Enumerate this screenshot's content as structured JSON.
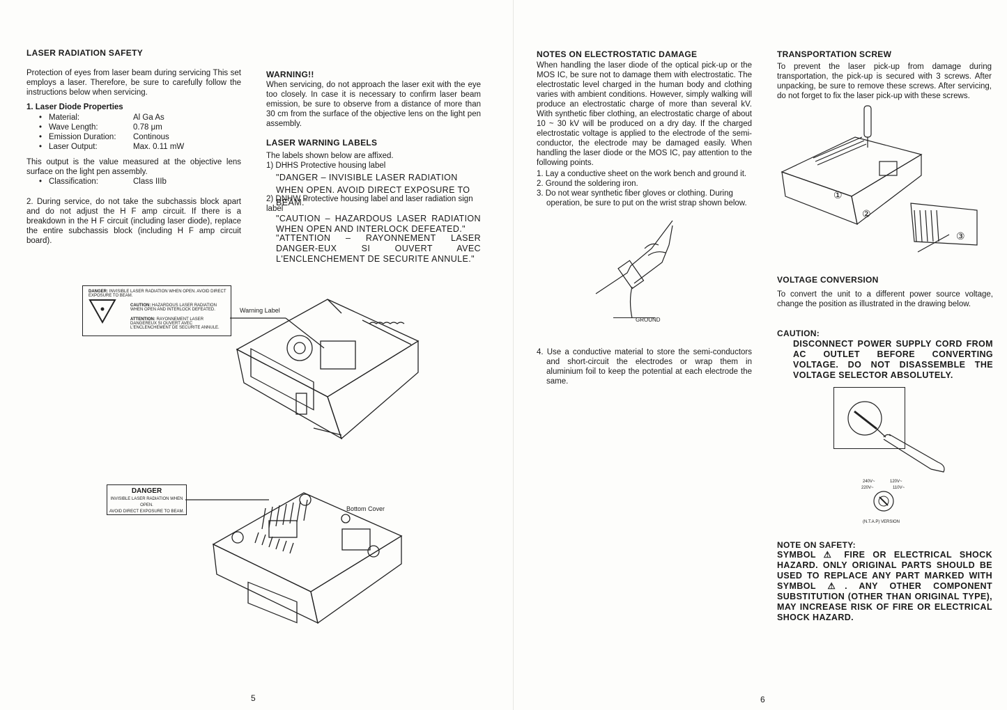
{
  "left_page": {
    "laser_safety": {
      "title": "LASER RADIATION SAFETY",
      "intro": "Protection of eyes from laser beam during servicing This set employs a laser. Therefore, be sure to carefully follow the instructions below when servicing.",
      "diode_heading": "1. Laser Diode Properties",
      "properties": [
        {
          "label": "Material:",
          "value": "Al Ga As"
        },
        {
          "label": "Wave Length:",
          "value": "0.78 μm"
        },
        {
          "label": "Emission Duration:",
          "value": "Continous"
        },
        {
          "label": "Laser Output:",
          "value": "Max. 0.11 mW"
        }
      ],
      "output_note": "This output is the value measured at the objective lens surface on the light pen assembly.",
      "classification": {
        "label": "Classification:",
        "value": "Class IIIb"
      },
      "item2": "2. During service, do not take the subchassis block apart and do not adjust the H F amp circuit. If there is a breakdown in the H F circuit (including laser diode), replace the entire subchassis block (including H F amp circuit board)."
    },
    "warning": {
      "title": "WARNING!!",
      "text": "When servicing, do not approach the laser exit with the eye too closely. In case it is necessary to confirm laser beam emission, be sure to observe from a distance of more than 30 cm from the surface of the objective lens on the light pen assembly."
    },
    "labels": {
      "title": "LASER WARNING LABELS",
      "intro": "The labels shown below are affixed.",
      "item1_head": "1) DHHS Protective housing label",
      "item1_text": "\"DANGER – INVISIBLE LASER RADIATION WHEN OPEN. AVOID DIRECT EXPOSURE TO BEAM.\"",
      "item2_head": "2) DNHW Protective housing label and laser radiation sign label",
      "item2_caution": "\"CAUTION – HAZARDOUS LASER RADIATION WHEN OPEN AND INTERLOCK DEFEATED.\"",
      "item2_attention": "\"ATTENTION – RAYONNEMENT LASER DANGER-EUX SI OUVERT AVEC L'ENCLENCHEMENT DE SECURITE ANNULE.\""
    },
    "figure1": {
      "label_danger": "DANGER:",
      "label_danger_text": "INVISIBLE LASER RADIATION WHEN OPEN. AVOID DIRECT EXPOSURE TO BEAM.",
      "label_caution": "CAUTION:",
      "label_caution_text": "HAZARDOUS LASER RADIATION WHEN OPEN AND INTERLOCK DEFEATED.",
      "label_attention": "ATTENTION:",
      "label_attention_text": "RAYONNEMENT LASER DANGEREUX SI OUVERT AVEC L'ENCLENCHEMENT DE SECURITE ANNULE.",
      "callout": "Warning Label"
    },
    "figure2": {
      "label_title": "DANGER",
      "label_line1": "INVISIBLE LASER RADIATION WHEN OPEN.",
      "label_line2": "AVOID DIRECT EXPOSURE TO BEAM.",
      "callout": "Bottom Cover"
    },
    "page_number": "5"
  },
  "right_page": {
    "electrostatic": {
      "title": "NOTES ON ELECTROSTATIC DAMAGE",
      "text": "When handling the laser diode of the optical pick-up or the MOS IC, be sure not to damage them with electrostatic. The electrostatic level charged in the human body and clothing varies with ambient conditions. However, simply walking will produce an electrostatic charge of more than several kV. With synthetic fiber clothing, an electrostatic charge of about 10 ~ 30 kV will be produced on a dry day. If the charged electrostatic voltage is applied to the electrode of the semi-conductor, the electrode may be damaged easily. When handling the laser diode or the MOS IC, pay attention to the following points.",
      "points": [
        "1. Lay a conductive sheet on the work bench and ground it.",
        "2. Ground the soldering iron.",
        "3. Do not wear synthetic fiber gloves or clothing. During operation, be sure to put on the wrist strap shown below."
      ],
      "ground_label": "GROUND",
      "point4": "4. Use a conductive material to store the semi-conductors and short-circuit the electrodes or wrap them in aluminium foil to keep the potential at each electrode the same."
    },
    "transport": {
      "title": "TRANSPORTATION SCREW",
      "text": "To prevent the laser pick-up from damage during transportation, the pick-up is secured with 3 screws. After unpacking, be sure to remove these screws. After servicing, do not forget to fix the laser pick-up with these screws.",
      "markers": [
        "①",
        "②",
        "③"
      ]
    },
    "voltage": {
      "title": "VOLTAGE CONVERSION",
      "text": "To convert the unit to a different power source voltage, change the position as illustrated in the drawing below.",
      "caution_title": "CAUTION:",
      "caution_text": "DISCONNECT POWER SUPPLY CORD FROM AC OUTLET BEFORE CONVERTING VOLTAGE. DO NOT DISASSEMBLE THE VOLTAGE SELECTOR ABSOLUTELY.",
      "selector_labels": [
        "240V~",
        "120V~",
        "220V~",
        "110V~"
      ],
      "version_label": "(N.T.A.P) VERSION"
    },
    "safety": {
      "title": "NOTE ON SAFETY:",
      "text": "SYMBOL ⚠ FIRE OR ELECTRICAL SHOCK HAZARD. ONLY ORIGINAL PARTS SHOULD BE USED TO REPLACE ANY PART MARKED WITH SYMBOL ⚠. ANY OTHER COMPONENT SUBSTITUTION (OTHER THAN ORIGINAL TYPE), MAY INCREASE RISK OF FIRE OR ELECTRICAL SHOCK HAZARD."
    },
    "page_number": "6"
  }
}
